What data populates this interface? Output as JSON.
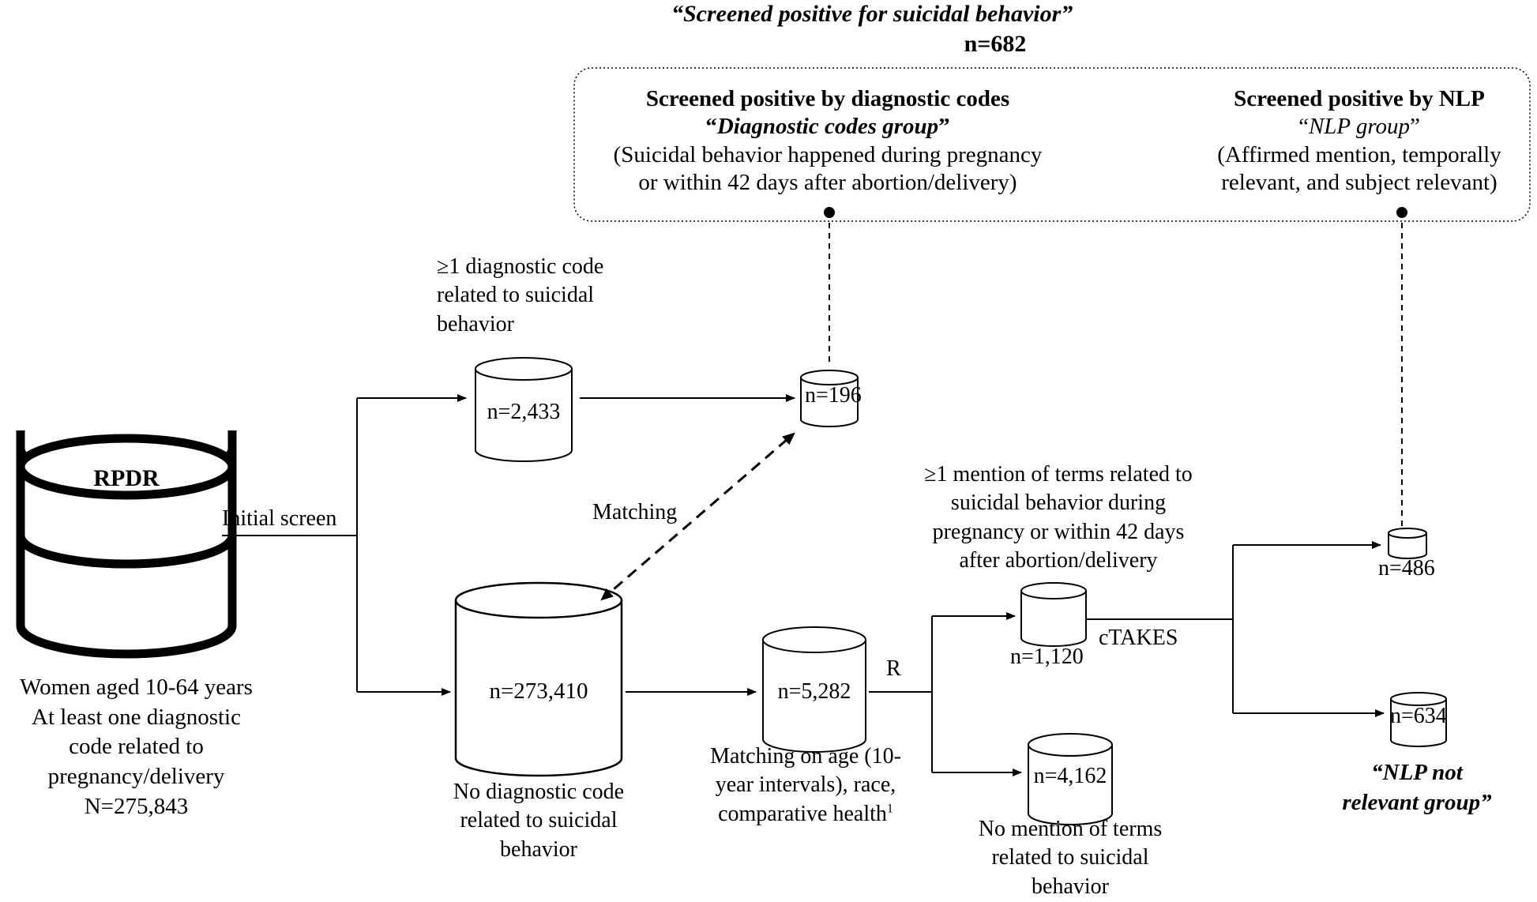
{
  "top": {
    "title": "“Screened positive for suicidal behavior”",
    "count": "n=682"
  },
  "box": {
    "dx": {
      "heading": "Screened positive by diagnostic codes",
      "group_open": "“",
      "group_name": "Diagnostic codes group",
      "group_close": "”",
      "desc1": "(Suicidal behavior happened during pregnancy",
      "desc2": "or within 42 days after abortion/delivery)"
    },
    "nlp": {
      "heading": "Screened positive by NLP",
      "group_open": "“",
      "group_name": "NLP group",
      "group_close": "”",
      "desc1": "(Affirmed mention, temporally",
      "desc2": "relevant, and subject relevant)"
    }
  },
  "rpdr": {
    "label": "RPDR",
    "desc": [
      "Women aged 10-64 years",
      "At least one diagnostic",
      "code related to",
      "pregnancy/delivery",
      "N=275,843"
    ]
  },
  "edges": {
    "initial_screen": "Initial screen",
    "matching": "Matching",
    "r": "R",
    "ctakes": "cTAKES"
  },
  "nodes": {
    "dx_code": {
      "value": "n=2,433",
      "desc": [
        "≥1 diagnostic code",
        "related to suicidal",
        "behavior"
      ]
    },
    "dx_group": {
      "value": "n=196"
    },
    "no_dx": {
      "value": "n=273,410",
      "desc": [
        "No diagnostic code",
        "related to suicidal",
        "behavior"
      ]
    },
    "matched": {
      "value": "n=5,282",
      "desc": [
        "Matching on age (10-",
        "year intervals), race,",
        "comparative health"
      ],
      "footnote": "1"
    },
    "mention": {
      "value": "n=1,120",
      "desc": [
        "≥1 mention of terms related to",
        "suicidal behavior during",
        "pregnancy or within 42 days",
        "after abortion/delivery"
      ]
    },
    "no_mention": {
      "value": "n=4,162",
      "desc": [
        "No mention of terms",
        "related to suicidal",
        "behavior"
      ]
    },
    "nlp_group": {
      "value": "n=486"
    },
    "nlp_not": {
      "value": "n=634",
      "group": [
        "“NLP not",
        "relevant group”"
      ]
    }
  }
}
